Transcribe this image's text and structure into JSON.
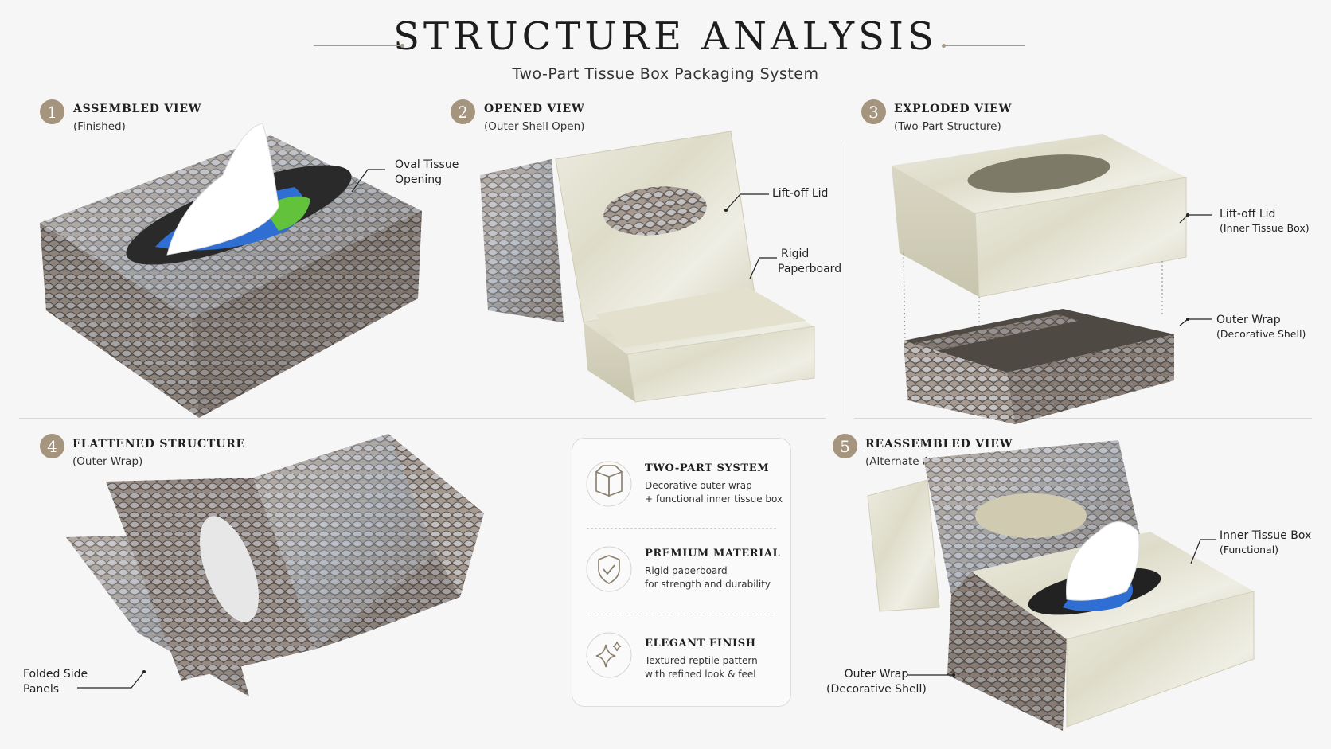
{
  "header": {
    "title": "STRUCTURE ANALYSIS",
    "subtitle": "Two-Part Tissue Box Packaging System"
  },
  "sections": [
    {
      "number": "1",
      "title": "ASSEMBLED VIEW",
      "subtitle": "(Finished)"
    },
    {
      "number": "2",
      "title": "OPENED VIEW",
      "subtitle": "(Outer Shell Open)"
    },
    {
      "number": "3",
      "title": "EXPLODED VIEW",
      "subtitle": "(Two-Part Structure)"
    },
    {
      "number": "4",
      "title": "FLATTENED STRUCTURE",
      "subtitle": "(Outer Wrap)"
    },
    {
      "number": "5",
      "title": "REASSEMBLED VIEW",
      "subtitle": "(Alternate Angle)"
    }
  ],
  "callouts": {
    "oval_opening": [
      "Oval Tissue",
      "Opening"
    ],
    "liftoff_lid_2": "Lift-off Lid",
    "rigid_paperboard": [
      "Rigid",
      "Paperboard"
    ],
    "liftoff_lid_3": [
      "Lift-off Lid",
      "(Inner Tissue Box)"
    ],
    "outer_wrap_3": [
      "Outer Wrap",
      "(Decorative Shell)"
    ],
    "folded_panels": [
      "Folded Side",
      "Panels"
    ],
    "inner_tissue_box": [
      "Inner Tissue Box",
      "(Functional)"
    ],
    "outer_wrap_5": [
      "Outer Wrap",
      "(Decorative Shell)"
    ]
  },
  "features": [
    {
      "icon": "open-box-icon",
      "title": "TWO-PART SYSTEM",
      "lines": [
        "Decorative outer wrap",
        "+ functional inner tissue box"
      ]
    },
    {
      "icon": "shield-check-icon",
      "title": "PREMIUM MATERIAL",
      "lines": [
        "Rigid paperboard",
        "for strength and durability"
      ]
    },
    {
      "icon": "sparkle-icon",
      "title": "ELEGANT FINISH",
      "lines": [
        "Textured reptile pattern",
        "with refined look & feel"
      ]
    }
  ],
  "colors": {
    "accent": "#a6957e",
    "snake_light": "#b9b3ad",
    "snake_dark": "#6d6258",
    "marble": "#e7e4d4"
  }
}
